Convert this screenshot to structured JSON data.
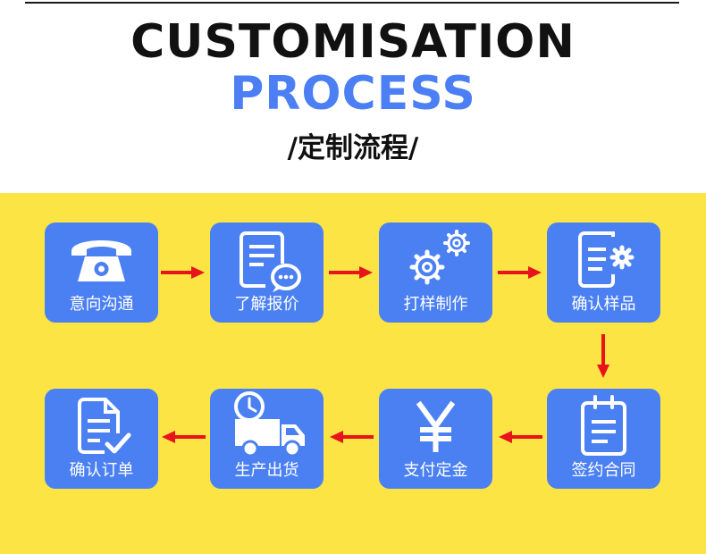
{
  "header": {
    "title_line1": "CUSTOMISATION",
    "title_line2": "PROCESS",
    "subtitle": "/定制流程/"
  },
  "colors": {
    "title_dark": "#111111",
    "title_blue": "#4b7ff3",
    "panel_yellow": "#fde445",
    "card_blue": "#4b80f3",
    "arrow_red": "#e8141b"
  },
  "steps": [
    {
      "label": "意向沟通",
      "icon": "telephone-icon"
    },
    {
      "label": "了解报价",
      "icon": "document-chat-icon"
    },
    {
      "label": "打样制作",
      "icon": "gears-icon"
    },
    {
      "label": "确认样品",
      "icon": "document-gear-icon"
    },
    {
      "label": "签约合同",
      "icon": "clipboard-icon"
    },
    {
      "label": "支付定金",
      "icon": "yen-icon"
    },
    {
      "label": "生产出货",
      "icon": "delivery-truck-icon"
    },
    {
      "label": "确认订单",
      "icon": "document-check-icon"
    }
  ]
}
